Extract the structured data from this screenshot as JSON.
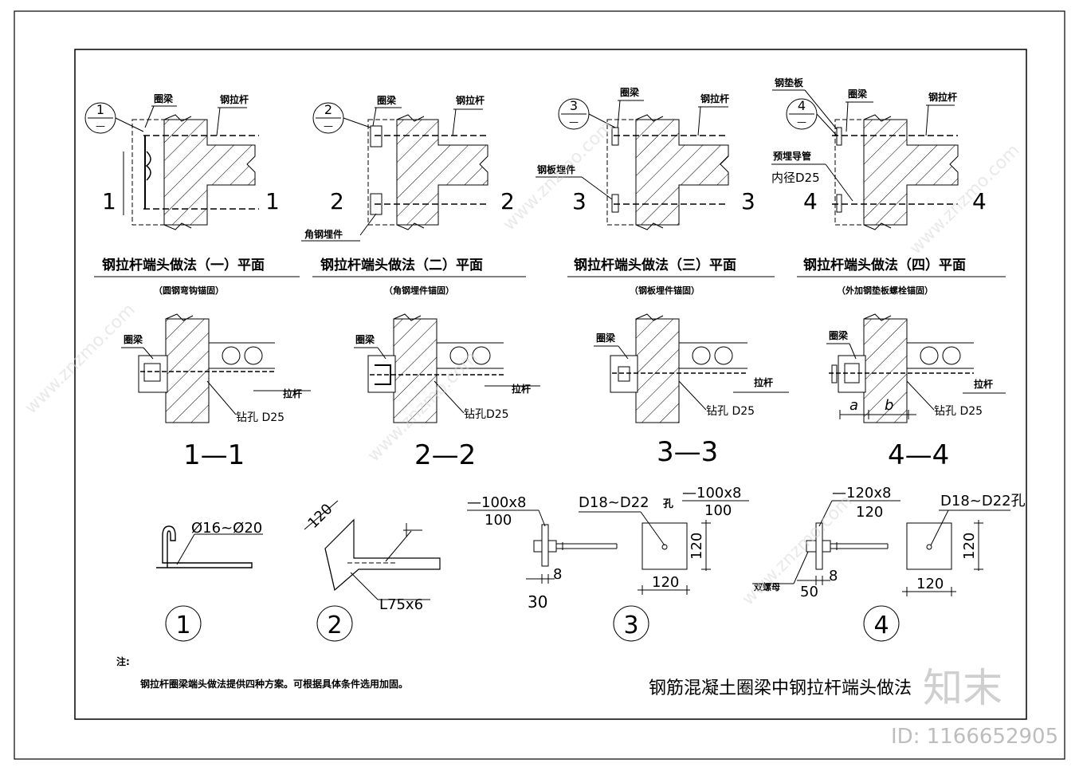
{
  "drawing": {
    "main_title": "钢筋混凝土圈梁中钢拉杆端头做法",
    "note_label": "注:",
    "note_text": "钢拉杆圈梁端头做法提供四种方案。可根据具体条件选用加固。"
  },
  "plans": [
    {
      "marker": "1",
      "title": "钢拉杆端头做法（一）平面",
      "subtitle": "（圆钢弯钩锚固）",
      "labels": [
        "圈梁",
        "钢拉杆"
      ],
      "section": "1"
    },
    {
      "marker": "2",
      "title": "钢拉杆端头做法（二）平面",
      "subtitle": "（角钢埋件锚固）",
      "labels": [
        "圈梁",
        "钢拉杆",
        "角钢埋件"
      ],
      "section": "2"
    },
    {
      "marker": "3",
      "title": "钢拉杆端头做法（三）平面",
      "subtitle": "（钢板埋件锚固）",
      "labels": [
        "圈梁",
        "钢拉杆",
        "钢板埋件"
      ],
      "section": "3"
    },
    {
      "marker": "4",
      "title": "钢拉杆端头做法（四）平面",
      "subtitle": "（外加钢垫板螺栓锚固）",
      "labels": [
        "钢垫板",
        "圈梁",
        "钢拉杆",
        "预埋导管",
        "内径D25"
      ],
      "section": "4"
    }
  ],
  "sections": [
    {
      "title": "1—1",
      "ring_beam": "圈梁",
      "rod": "拉杆",
      "hole": "钻孔 D25"
    },
    {
      "title": "2—2",
      "ring_beam": "圈梁",
      "rod": "拉杆",
      "hole": "钻孔D25"
    },
    {
      "title": "3—3",
      "ring_beam": "圈梁",
      "rod": "拉杆",
      "hole": "钻孔 D25"
    },
    {
      "title": "4—4",
      "ring_beam": "圈梁",
      "rod": "拉杆",
      "hole": "钻孔 D25",
      "dim_a": "a",
      "dim_b": "b"
    }
  ],
  "details": [
    {
      "marker": "1",
      "spec": "Ø16~Ø20"
    },
    {
      "marker": "2",
      "dim": "120",
      "spec": "L75x6"
    },
    {
      "marker": "3",
      "plate": "—100x8",
      "plate_sub": "100",
      "dim1": "8",
      "dim2": "30",
      "hole": "D18~D22",
      "hole_suffix": "孔",
      "plate2": "—100x8",
      "plate2_sub": "100",
      "w": "120",
      "h": "120"
    },
    {
      "marker": "4",
      "plate": "—120x8",
      "plate_sub": "120",
      "dim1": "8",
      "dim2": "50",
      "nut": "双螺母",
      "hole": "D18~D22孔",
      "w": "120",
      "h": "120"
    }
  ],
  "watermark": {
    "brand": "知末",
    "site": "www.znzmo.com",
    "id": "ID: 1166652905"
  }
}
